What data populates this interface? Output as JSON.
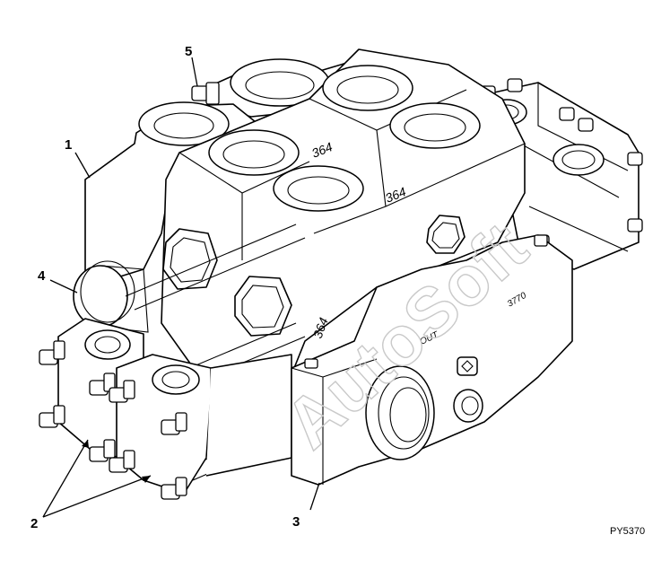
{
  "callouts": [
    {
      "id": "1",
      "label": "1"
    },
    {
      "id": "2",
      "label": "2"
    },
    {
      "id": "3",
      "label": "3"
    },
    {
      "id": "4",
      "label": "4"
    },
    {
      "id": "5",
      "label": "5"
    }
  ],
  "section_stamps": [
    "364",
    "364",
    "364"
  ],
  "port_marks": {
    "out": "OUT",
    "section": "3770"
  },
  "watermark": "AutoSoft",
  "figure_ref": "PY5370",
  "colors": {
    "line": "#000000",
    "fill": "#ffffff",
    "watermark": "#c9c9c9"
  }
}
